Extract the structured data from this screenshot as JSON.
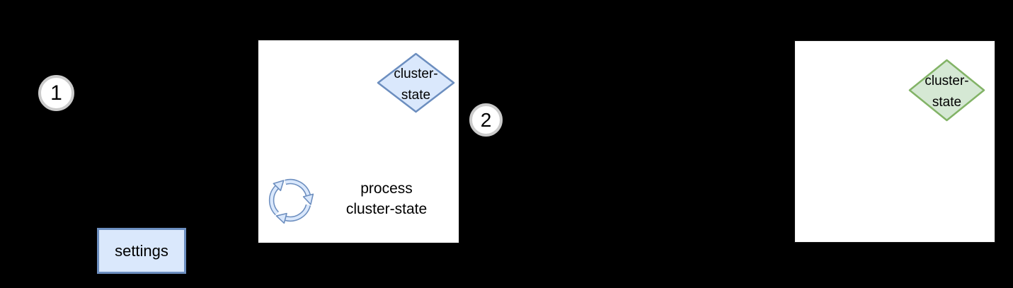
{
  "diagram": {
    "background": "#000000",
    "step_markers": [
      {
        "label": "1",
        "ring_color": "#cbcbcb",
        "fill": "#ffffff"
      },
      {
        "label": "2",
        "ring_color": "#cbcbcb",
        "fill": "#ffffff"
      }
    ],
    "settings_node": {
      "label": "settings",
      "fill": "#dae8fc",
      "stroke": "#6c8ebf"
    },
    "process_panel": {
      "fill": "#ffffff",
      "diamond": {
        "line1": "cluster-",
        "line2": "state",
        "fill": "#dae8fc",
        "stroke": "#6c8ebf"
      },
      "icon": "recycle-icon",
      "icon_fill": "#dae8fc",
      "icon_stroke": "#6c8ebf",
      "label_line1": "process",
      "label_line2": "cluster-state"
    },
    "result_panel": {
      "fill": "#ffffff",
      "diamond": {
        "line1": "cluster-",
        "line2": "state",
        "fill": "#d5e8d4",
        "stroke": "#82b366"
      }
    }
  }
}
